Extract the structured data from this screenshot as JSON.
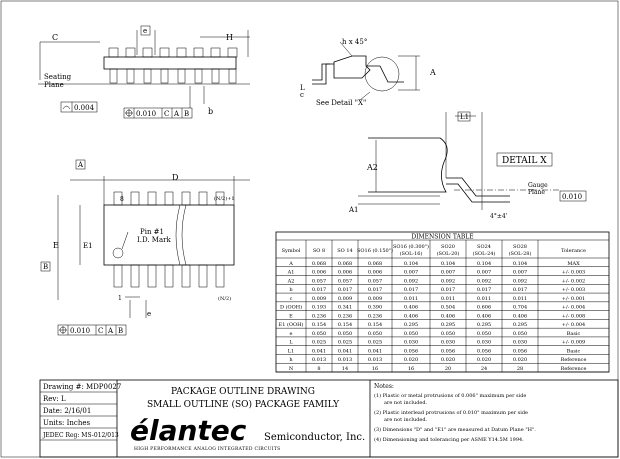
{
  "views": {
    "side": {
      "label_c": "C",
      "label_h": "H",
      "label_seating": "Seating",
      "label_plane": "Plane",
      "label_b": "b",
      "flatness_tol": "0.004",
      "position_tol": "0.010",
      "position_refs": [
        "C",
        "A",
        "B"
      ]
    },
    "end": {
      "label_hx45": "h x 45°",
      "label_a": "A",
      "label_l": "L",
      "label_c": "c",
      "see_detail": "See Detail \"X\""
    },
    "detail": {
      "label_l1": "L1",
      "label_a2": "A2",
      "label_a1": "A1",
      "title": "DETAIL X",
      "gauge": "Gauge",
      "plane": "Plane",
      "gauge_value": "0.010",
      "angle": "4°±4'"
    },
    "top": {
      "datum_a": "A",
      "label_d": "D",
      "label_n2": "(N/2)+1",
      "label_e": "E",
      "label_e1": "E1",
      "label_b": "B",
      "pin_mark_1": "Pin #1",
      "pin_mark_2": "I.D. Mark",
      "label_1": "1",
      "label_n2b": "(N/2)",
      "label_e_pitch": "e",
      "position_tol": "0.010",
      "position_refs": [
        "C",
        "A",
        "B"
      ]
    }
  },
  "dimension_table": {
    "title": "DIMENSION TABLE",
    "headers": [
      {
        "l1": "Symbol",
        "l2": ""
      },
      {
        "l1": "SO 8",
        "l2": ""
      },
      {
        "l1": "SO 14",
        "l2": ""
      },
      {
        "l1": "SO16 (0.150\")",
        "l2": ""
      },
      {
        "l1": "SO16 (0.300\")",
        "l2": "(SOL-16)"
      },
      {
        "l1": "SO20",
        "l2": "(SOL-20)"
      },
      {
        "l1": "SO24",
        "l2": "(SOL-24)"
      },
      {
        "l1": "SO28",
        "l2": "(SOL-28)"
      },
      {
        "l1": "Tolerance",
        "l2": ""
      }
    ],
    "rows": [
      [
        "A",
        "0.068",
        "0.068",
        "0.068",
        "0.104",
        "0.104",
        "0.104",
        "0.104",
        "MAX"
      ],
      [
        "A1",
        "0.006",
        "0.006",
        "0.006",
        "0.007",
        "0.007",
        "0.007",
        "0.007",
        "+/- 0.003"
      ],
      [
        "A2",
        "0.057",
        "0.057",
        "0.057",
        "0.092",
        "0.092",
        "0.092",
        "0.092",
        "+/- 0.002"
      ],
      [
        "b",
        "0.017",
        "0.017",
        "0.017",
        "0.017",
        "0.017",
        "0.017",
        "0.017",
        "+/- 0.003"
      ],
      [
        "c",
        "0.009",
        "0.009",
        "0.009",
        "0.011",
        "0.011",
        "0.011",
        "0.011",
        "+/- 0.001"
      ],
      [
        "D (OOH)",
        "0.193",
        "0.341",
        "0.390",
        "0.406",
        "0.504",
        "0.606",
        "0.704",
        "+/- 0.004"
      ],
      [
        "E",
        "0.236",
        "0.236",
        "0.236",
        "0.406",
        "0.406",
        "0.406",
        "0.406",
        "+/- 0.008"
      ],
      [
        "E1 (OOH)",
        "0.154",
        "0.154",
        "0.154",
        "0.295",
        "0.295",
        "0.295",
        "0.295",
        "+/- 0.004"
      ],
      [
        "e",
        "0.050",
        "0.050",
        "0.050",
        "0.050",
        "0.050",
        "0.050",
        "0.050",
        "Basic"
      ],
      [
        "L",
        "0.025",
        "0.025",
        "0.025",
        "0.030",
        "0.030",
        "0.030",
        "0.030",
        "+/- 0.009"
      ],
      [
        "L1",
        "0.041",
        "0.041",
        "0.041",
        "0.056",
        "0.056",
        "0.056",
        "0.056",
        "Basic"
      ],
      [
        "h",
        "0.013",
        "0.013",
        "0.013",
        "0.020",
        "0.020",
        "0.020",
        "0.020",
        "Reference"
      ],
      [
        "N",
        "8",
        "14",
        "16",
        "16",
        "20",
        "24",
        "28",
        "Reference"
      ]
    ]
  },
  "title_block": {
    "drawing": "Drawing #: MDP0027",
    "rev": "Rev: L",
    "date": "Date: 2/16/01",
    "units": "Units: Inches",
    "jedec": "JEDEC Reg: MS-012/013",
    "title_1": "PACKAGE OUTLINE DRAWING",
    "title_2": "SMALL OUTLINE (SO) PACKAGE FAMILY",
    "logo": "élantec",
    "logo_suffix": "Semiconductor, Inc.",
    "logo_tagline": "HIGH PERFORMANCE ANALOG INTEGRATED CIRCUITS"
  },
  "notes": {
    "heading": "Notes:",
    "items": [
      "(1) Plastic or metal protrusions of 0.006\" maximum per side are not included.",
      "(2) Plastic interlead protrusions of 0.010\" maximum per side are not included.",
      "(3) Dimensions \"D\" and \"E1\" are measured at Datum Plane \"H\".",
      "(4) Dimensioning and tolerancing per ASME Y14.5M 1994."
    ]
  }
}
